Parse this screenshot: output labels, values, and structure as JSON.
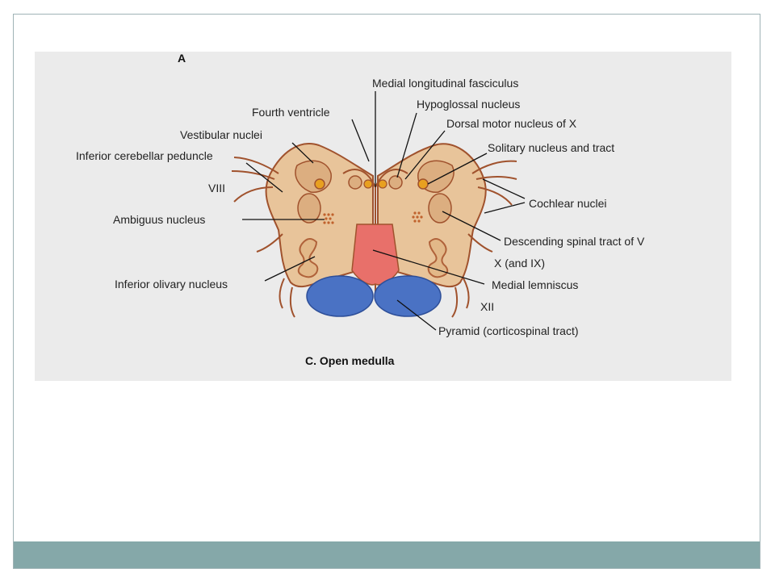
{
  "figure": {
    "panel_letter": "A",
    "caption": "C. Open medulla",
    "labels": {
      "medial_longitudinal_fasciculus": "Medial longitudinal fasciculus",
      "hypoglossal_nucleus": "Hypoglossal nucleus",
      "fourth_ventricle": "Fourth ventricle",
      "dorsal_motor_nucleus_x": "Dorsal motor nucleus of X",
      "vestibular_nuclei": "Vestibular nuclei",
      "solitary_nucleus_tract": "Solitary nucleus and tract",
      "inferior_cerebellar_peduncle": "Inferior cerebellar peduncle",
      "viii": "VIII",
      "cochlear_nuclei": "Cochlear nuclei",
      "ambiguus_nucleus": "Ambiguus nucleus",
      "descending_spinal_tract_v": "Descending spinal tract of V",
      "x_and_ix": "X (and IX)",
      "inferior_olivary_nucleus": "Inferior olivary nucleus",
      "medial_lemniscus": "Medial lemniscus",
      "xii": "XII",
      "pyramid": "Pyramid (corticospinal tract)"
    }
  },
  "colors": {
    "tissue": "#e8c49a",
    "outline": "#a0522d",
    "lemniscus": "#e8706a",
    "pyramid": "#4a72c4",
    "nucleus_dot": "#e8a020",
    "panel_bg": "#ebebeb",
    "footer": "#85a8a9"
  }
}
